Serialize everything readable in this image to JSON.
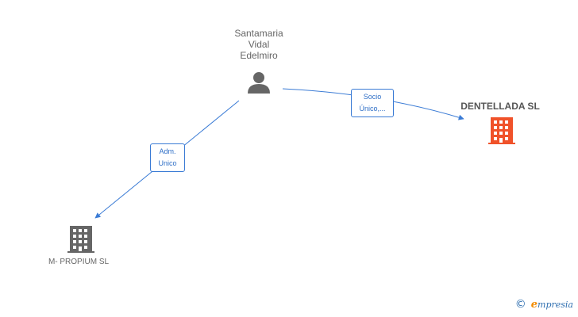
{
  "nodes": {
    "person": {
      "label_lines": [
        "Santamaria",
        "Vidal",
        "Edelmiro"
      ],
      "icon": "person-icon",
      "color": "#666666"
    },
    "dentellada": {
      "label": "DENTELLADA SL",
      "icon": "building-icon",
      "color": "#f0522a"
    },
    "mpropium": {
      "label": "M- PROPIUM SL",
      "icon": "building-icon",
      "color": "#666666"
    }
  },
  "edges": {
    "socio": {
      "lines": [
        "Socio",
        "Único,..."
      ]
    },
    "adm": {
      "lines": [
        "Adm.",
        "Unico"
      ]
    }
  },
  "colors": {
    "edge": "#3a7bd5"
  },
  "credit": {
    "copyright": "©",
    "brand_first": "e",
    "brand_rest": "mpresia"
  }
}
